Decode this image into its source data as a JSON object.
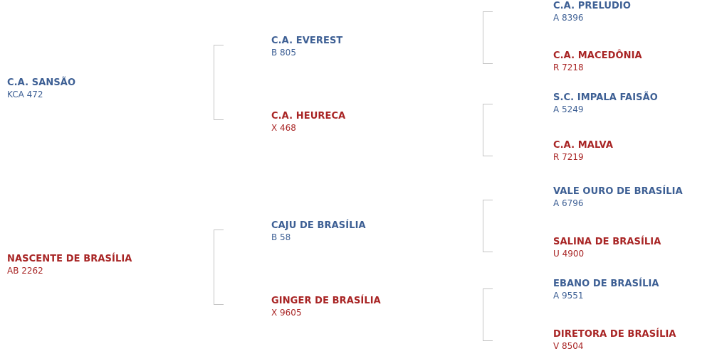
{
  "pedigree": {
    "sire": {
      "name": "C.A. SANSÃO",
      "reg": "KCA 472",
      "sire": {
        "name": "C.A. EVEREST",
        "reg": "B 805",
        "sire": {
          "name": "C.A. PRELUDIO",
          "reg": "A 8396"
        },
        "dam": {
          "name": "C.A. MACEDÔNIA",
          "reg": "R 7218"
        }
      },
      "dam": {
        "name": "C.A. HEURECA",
        "reg": "X 468",
        "sire": {
          "name": "S.C. IMPALA FAISÃO",
          "reg": "A 5249"
        },
        "dam": {
          "name": "C.A. MALVA",
          "reg": "R 7219"
        }
      }
    },
    "dam": {
      "name": "NASCENTE DE BRASÍLIA",
      "reg": "AB 2262",
      "sire": {
        "name": "CAJU DE BRASÍLIA",
        "reg": "B 58",
        "sire": {
          "name": "VALE OURO DE BRASÍLIA",
          "reg": "A 6796"
        },
        "dam": {
          "name": "SALINA DE BRASÍLIA",
          "reg": "U 4900"
        }
      },
      "dam": {
        "name": "GINGER DE BRASÍLIA",
        "reg": "X 9605",
        "sire": {
          "name": "EBANO DE BRASÍLIA",
          "reg": "A 9551"
        },
        "dam": {
          "name": "DIRETORA DE BRASÍLIA",
          "reg": "V 8504"
        }
      }
    }
  },
  "colors": {
    "male": "#3d5f94",
    "female": "#a82424",
    "connector": "#c4c4c4"
  }
}
